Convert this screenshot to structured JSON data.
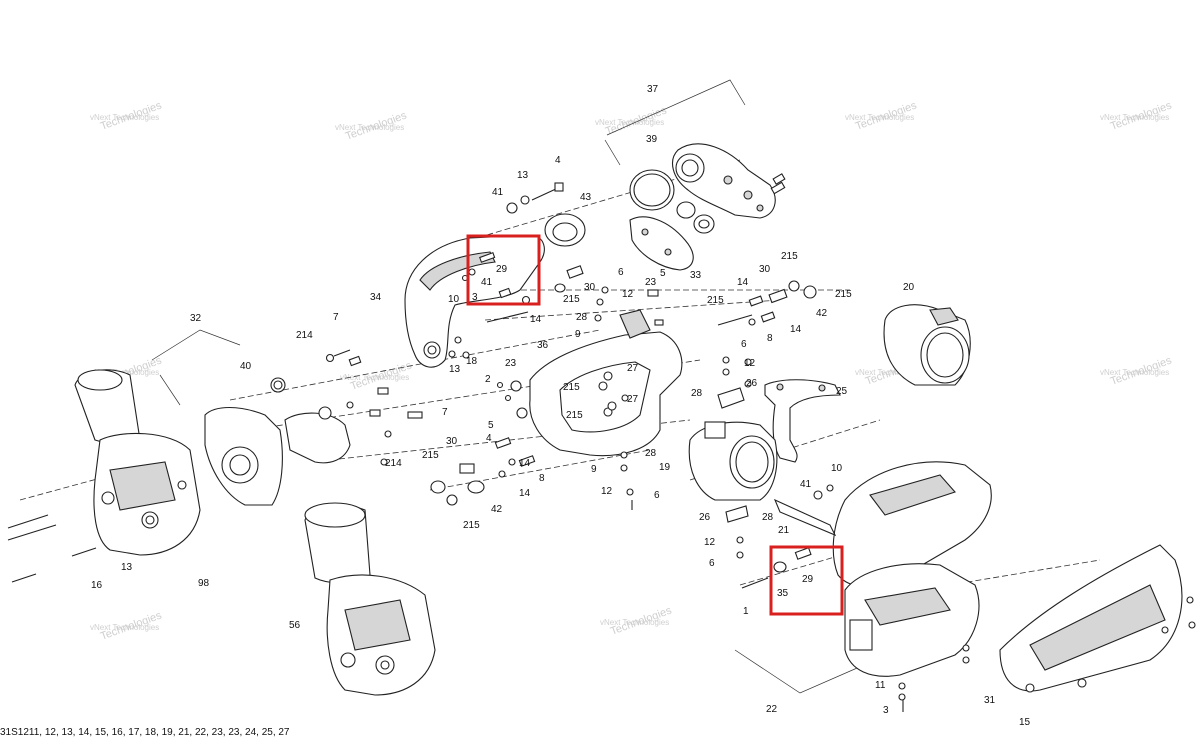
{
  "watermark": {
    "line1": "vNext Technologies",
    "line2": "Technologies"
  },
  "callouts": [
    "37",
    "39",
    "43",
    "4",
    "13",
    "41",
    "29",
    "41",
    "3",
    "10",
    "34",
    "33",
    "30",
    "6",
    "215",
    "12",
    "23",
    "5",
    "215",
    "215",
    "14",
    "30",
    "14",
    "8",
    "215",
    "42",
    "14",
    "20",
    "7",
    "32",
    "214",
    "40",
    "18",
    "13",
    "36",
    "28",
    "9",
    "23",
    "2",
    "215",
    "27",
    "27",
    "215",
    "6",
    "12",
    "28",
    "26",
    "25",
    "7",
    "30",
    "214",
    "215",
    "4",
    "14",
    "5",
    "9",
    "12",
    "28",
    "6",
    "19",
    "42",
    "215",
    "14",
    "8",
    "10",
    "41",
    "26",
    "28",
    "12",
    "6",
    "21",
    "29",
    "35",
    "1",
    "22",
    "98",
    "56",
    "13",
    "16",
    "11",
    "3",
    "31",
    "15"
  ],
  "footer_text": "31S1211, 12, 13, 14, 15, 16, 17, 18, 19, 21, 22, 23, 23, 24, 25, 27"
}
